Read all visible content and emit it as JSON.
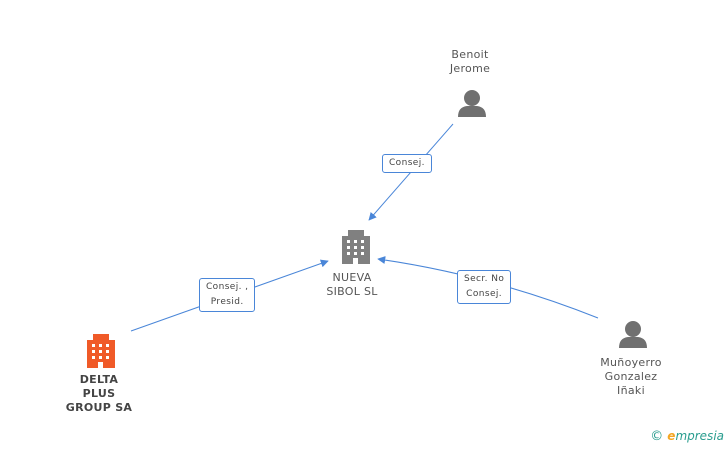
{
  "nodes": {
    "benoit": {
      "lines": [
        "Benoit",
        "Jerome"
      ],
      "type": "person"
    },
    "nueva": {
      "lines": [
        "NUEVA",
        "SIBOL SL"
      ],
      "type": "company"
    },
    "delta": {
      "lines": [
        "DELTA",
        "PLUS",
        "GROUP SA"
      ],
      "type": "company",
      "highlight": true
    },
    "munoyerro": {
      "lines": [
        "Muñoyerro",
        "Gonzalez",
        "Iñaki"
      ],
      "type": "person"
    }
  },
  "edges": {
    "benoit_nueva": {
      "lines": [
        "Consej."
      ]
    },
    "delta_nueva": {
      "lines": [
        "Consej. ,",
        "Presid."
      ]
    },
    "munoyerro_nueva": {
      "lines": [
        "Secr. No",
        "Consej."
      ]
    }
  },
  "brand": {
    "copyright": "©",
    "first_letter": "e",
    "rest": "mpresia"
  },
  "colors": {
    "edge": "#4a86d8",
    "company_icon": "#808080",
    "company_highlight_icon": "#f05a28",
    "person_icon": "#707070"
  }
}
